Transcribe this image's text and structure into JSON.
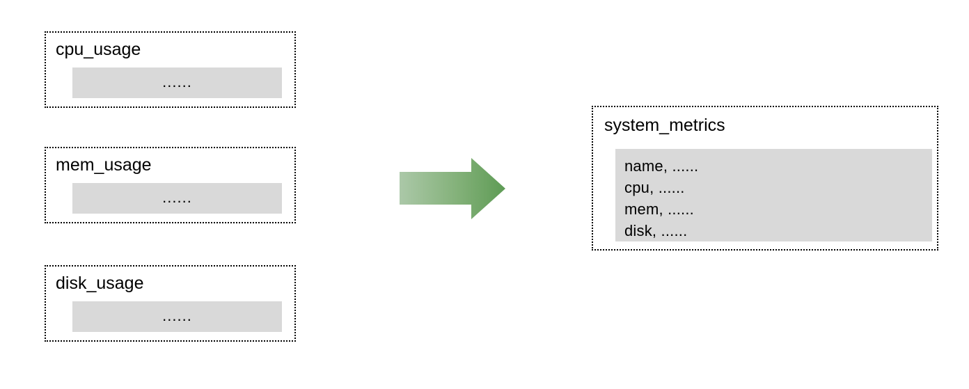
{
  "diagram": {
    "type": "data-merge-flow",
    "background_color": "#ffffff",
    "sources": [
      {
        "title": "cpu_usage",
        "body_text": "......"
      },
      {
        "title": "mem_usage",
        "body_text": "......"
      },
      {
        "title": "disk_usage",
        "body_text": "......"
      }
    ],
    "connector": {
      "icon": "right-arrow",
      "direction": "right",
      "gradient_start_color": "#a7c6a3",
      "gradient_end_color": "#5e9b55"
    },
    "target": {
      "title": "system_metrics",
      "rows": [
        "name, ......",
        "cpu, ......",
        "mem, ......",
        "disk, ......"
      ]
    },
    "colors": {
      "body_fill": "#d9d9d9",
      "border": "#000000",
      "text": "#000000"
    }
  }
}
